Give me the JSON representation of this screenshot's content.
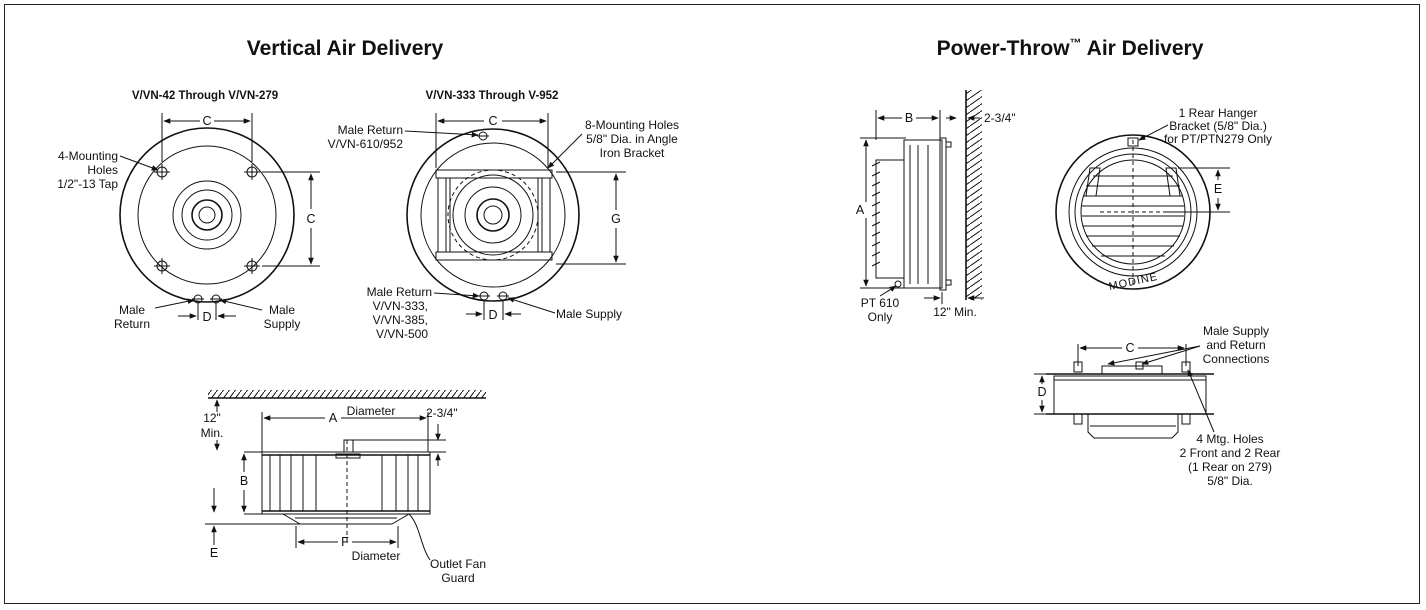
{
  "vertical": {
    "title": "Vertical Air Delivery",
    "left_view": {
      "subtitle": "V/VN-42 Through V/VN-279",
      "labels": {
        "c_top": "C",
        "c_side": "C",
        "d": "D",
        "mounting_1": "4-Mounting",
        "mounting_2": "Holes",
        "mounting_3": "1/2\"-13 Tap",
        "return_1": "Male",
        "return_2": "Return",
        "supply_1": "Male",
        "supply_2": "Supply"
      }
    },
    "right_view": {
      "subtitle": "V/VN-333 Through V-952",
      "labels": {
        "c_top": "C",
        "g": "G",
        "d": "D",
        "return_top_1": "Male Return",
        "return_top_2": "V/VN-610/952",
        "holes_1": "8-Mounting Holes",
        "holes_2": "5/8\" Dia. in Angle",
        "holes_3": "Iron Bracket",
        "return_bot_1": "Male Return",
        "return_bot_2": "V/VN-333,",
        "return_bot_3": "V/VN-385,",
        "return_bot_4": "V/VN-500",
        "supply": "Male Supply"
      }
    },
    "side_view": {
      "labels": {
        "min_1": "12\"",
        "min_2": "Min.",
        "a": "A",
        "diameter_top": "Diameter",
        "clearance": "2-3/4\"",
        "b": "B",
        "e": "E",
        "f": "F",
        "diameter_bottom": "Diameter",
        "guard_1": "Outlet Fan",
        "guard_2": "Guard"
      }
    }
  },
  "power_throw": {
    "title": "Power-Throw",
    "title_tm": "™",
    "title_rest": " Air Delivery",
    "side_view": {
      "labels": {
        "b": "B",
        "clearance": "2-3/4\"",
        "a": "A",
        "pt_1": "PT 610",
        "pt_2": "Only",
        "min": "12\" Min."
      }
    },
    "front_view": {
      "labels": {
        "hanger_1": "1 Rear Hanger",
        "hanger_2": "Bracket (5/8\" Dia.)",
        "hanger_3": "for PT/PTN279 Only",
        "e": "E",
        "brand": "MODINE"
      }
    },
    "top_view": {
      "labels": {
        "c": "C",
        "d": "D",
        "conn_1": "Male Supply",
        "conn_2": "and Return",
        "conn_3": "Connections",
        "holes_1": "4 Mtg. Holes",
        "holes_2": "2 Front and 2 Rear",
        "holes_3": "(1 Rear on 279)",
        "holes_4": "5/8\" Dia."
      }
    }
  }
}
